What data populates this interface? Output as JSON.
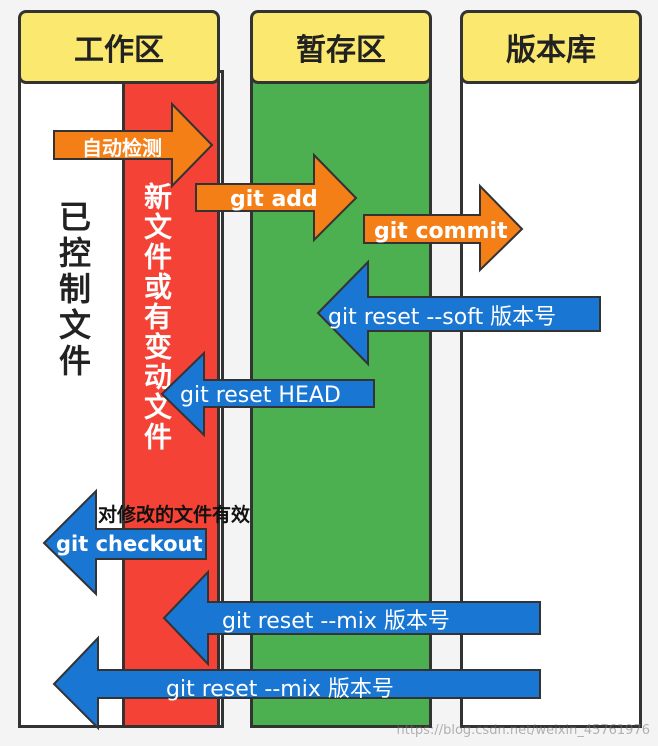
{
  "columns": {
    "workspace": "工作区",
    "staging": "暂存区",
    "repository": "版本库"
  },
  "vertical_labels": {
    "tracked_files": "已控制文件",
    "new_or_changed": "新文件或有变动文件"
  },
  "arrows": {
    "auto_detect": "自动检测",
    "git_add": "git add",
    "git_commit": "git commit",
    "reset_soft": "git reset --soft 版本号",
    "reset_head": "git reset HEAD",
    "checkout": "git checkout",
    "reset_mix_1": "git reset --mix 版本号",
    "reset_mix_2": "git reset --mix 版本号"
  },
  "note": "对修改的文件有效",
  "watermark": "https://blog.csdn.net/weixin_45761976",
  "colors": {
    "header": "#fbe86e",
    "red_column": "#f44336",
    "green_column": "#4caf50",
    "orange_arrow": "#f57f17",
    "blue_arrow": "#1976d2"
  }
}
